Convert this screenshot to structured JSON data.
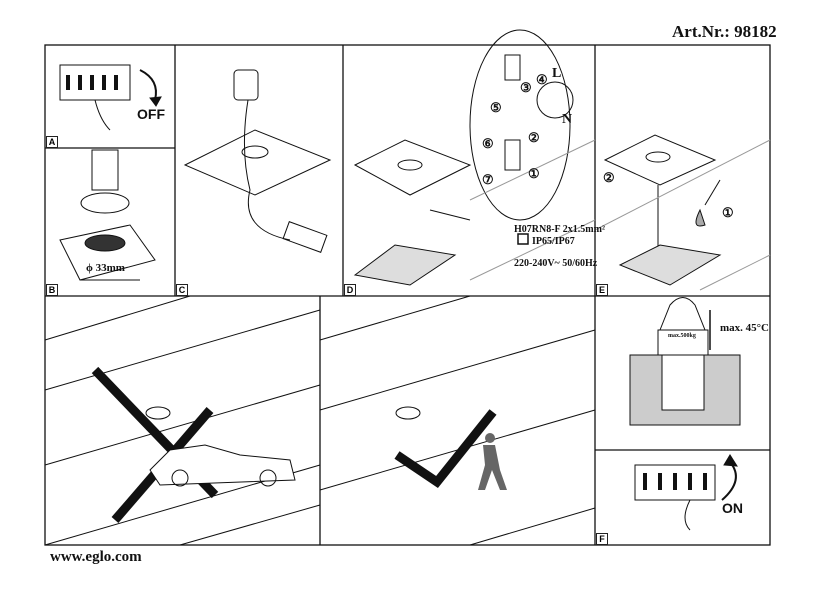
{
  "header": {
    "article_number": "Art.Nr.: 98182"
  },
  "footer": {
    "website": "www.eglo.com"
  },
  "panels": {
    "a": {
      "label": "A",
      "switch_text": "OFF"
    },
    "b": {
      "label": "B",
      "diameter": "ϕ 33mm"
    },
    "c": {
      "label": "C"
    },
    "d": {
      "label": "D",
      "cable_spec": "H07RN8-F 2x1.5mm²",
      "protection": "IP65/IP67",
      "voltage": "220-240V~ 50/60Hz",
      "wire_L": "L",
      "wire_N": "N",
      "steps": [
        "①",
        "②",
        "③",
        "④",
        "⑤",
        "⑥",
        "⑦"
      ]
    },
    "e": {
      "label": "E",
      "steps": [
        "①",
        "②"
      ]
    },
    "load": {
      "max_temp": "max. 45°C",
      "max_load": "max.500kg"
    },
    "f": {
      "label": "F",
      "switch_text": "ON"
    }
  }
}
